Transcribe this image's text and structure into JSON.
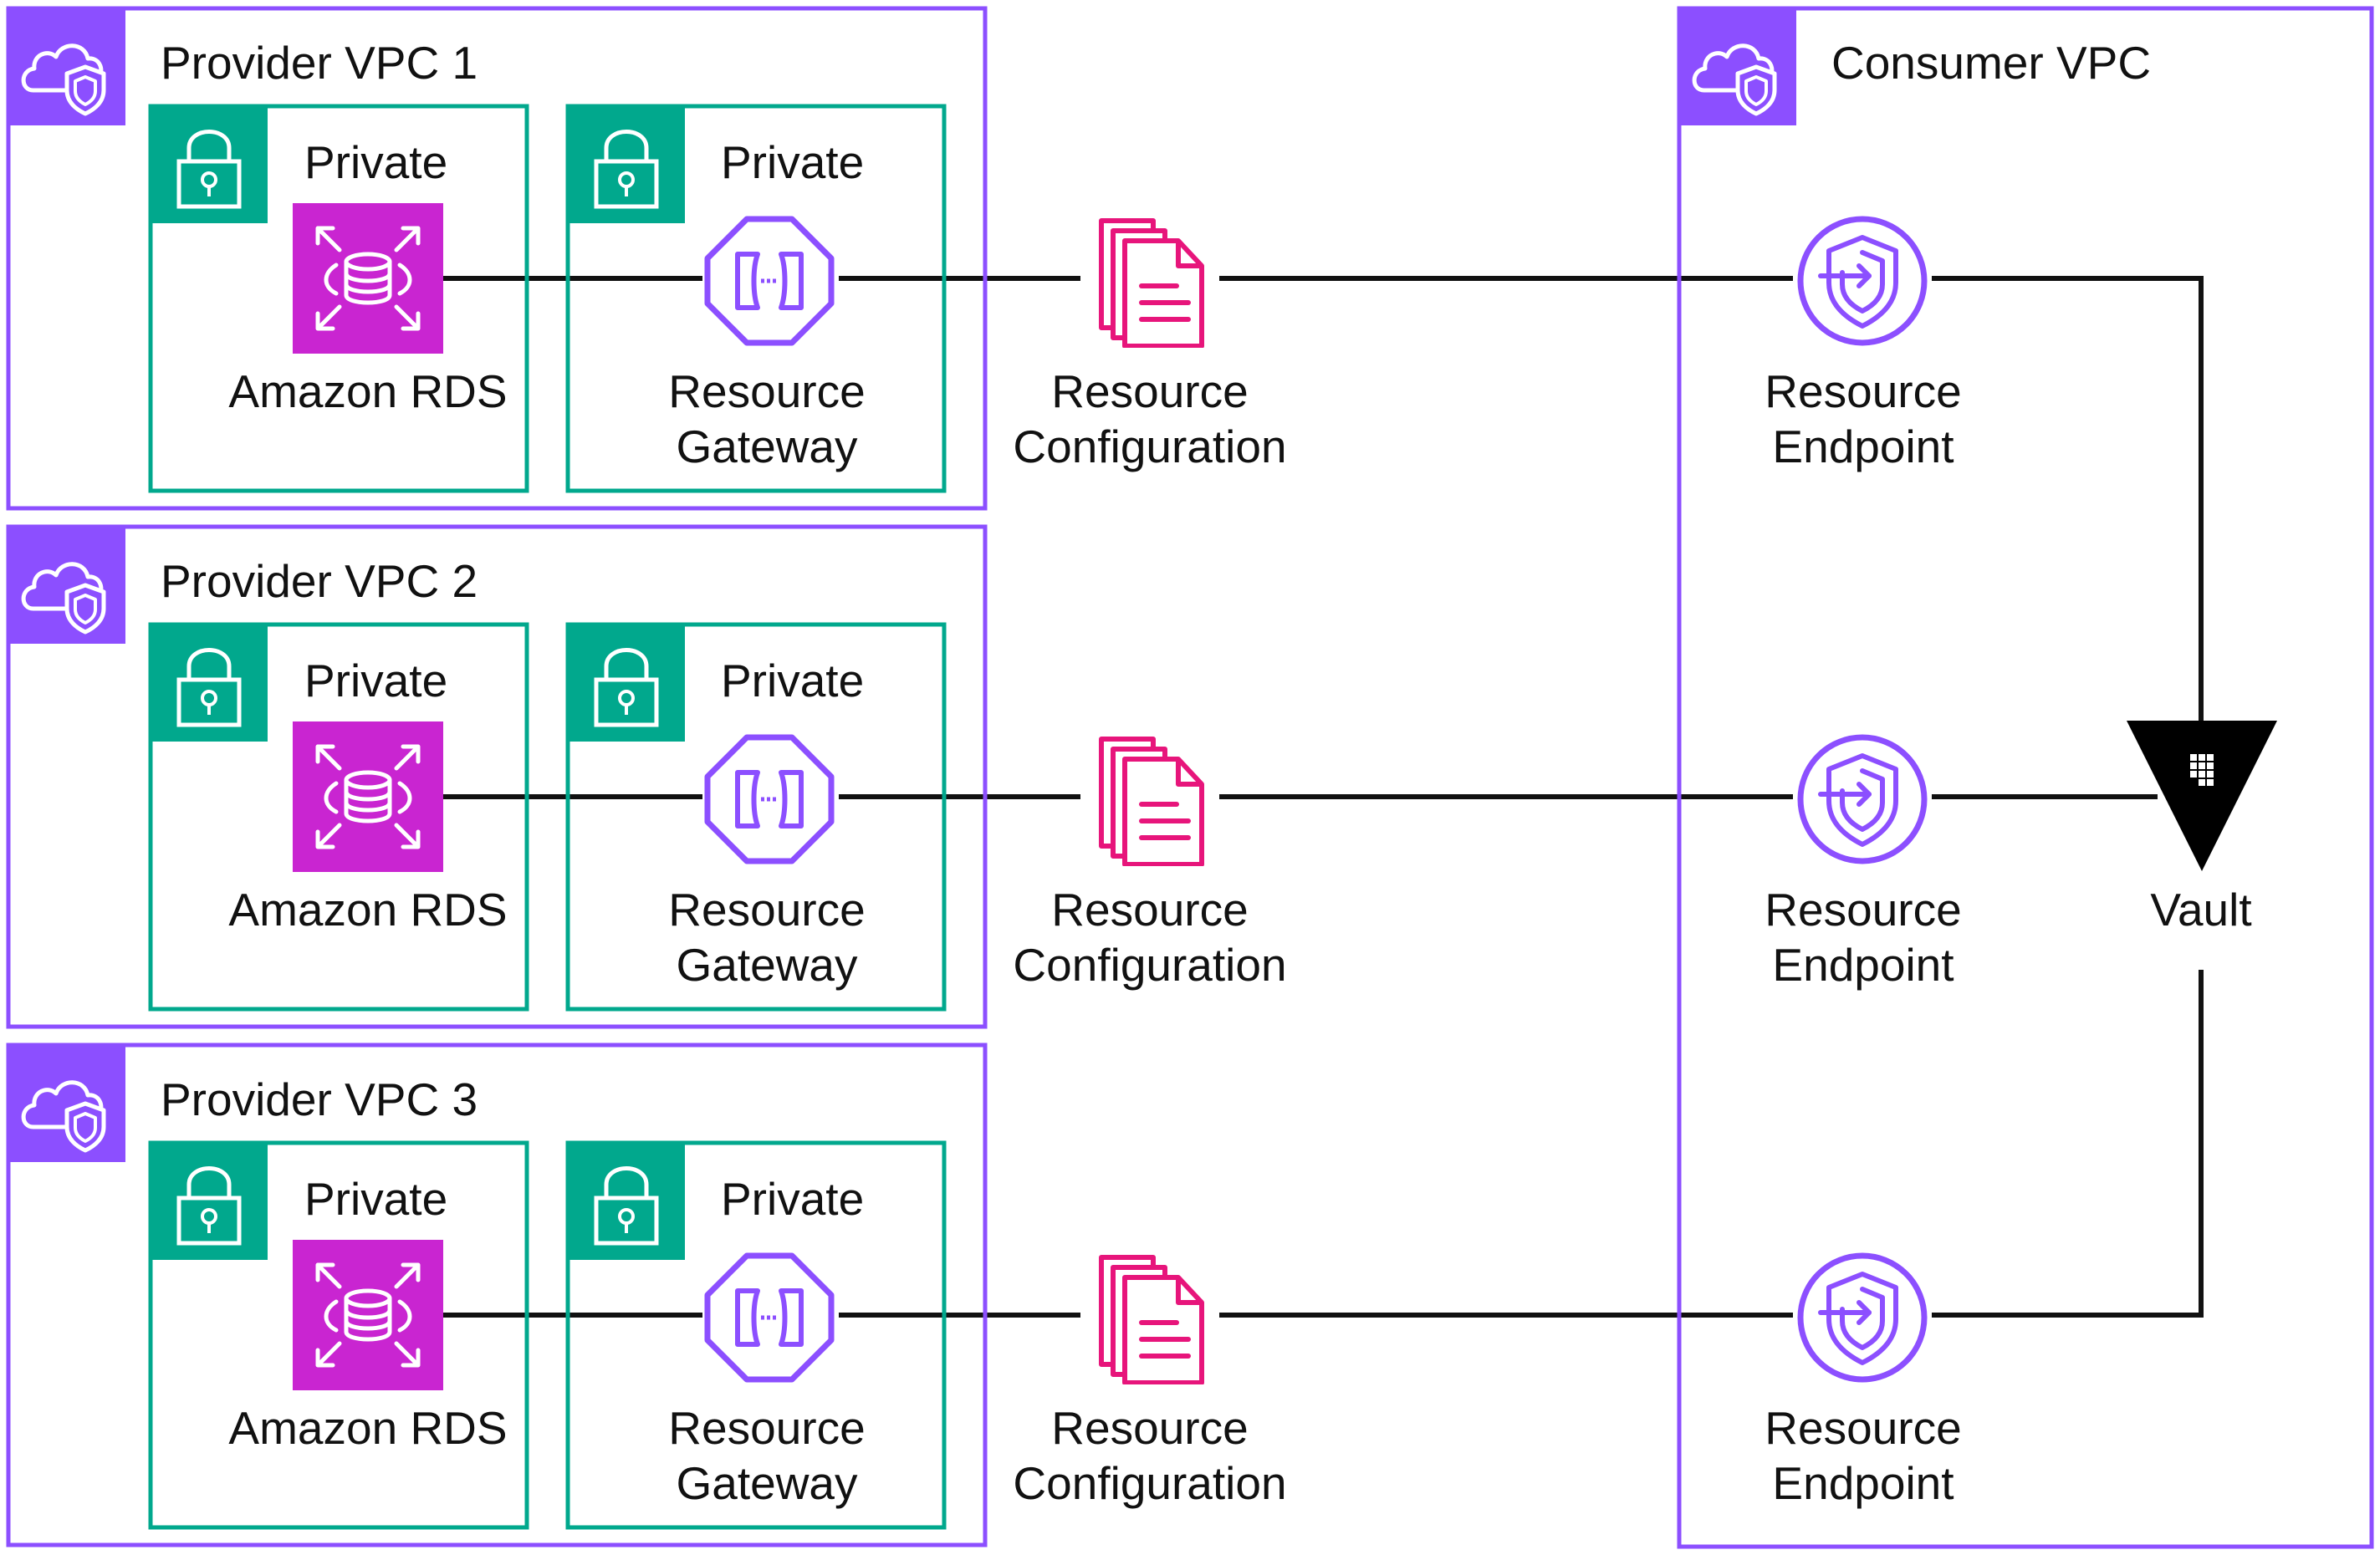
{
  "colors": {
    "vpc_border": "#8C4FFF",
    "subnet_border": "#01A88D",
    "rds_fill": "#C925D1",
    "resource_config": "#E7157B",
    "connector_line": "#111111",
    "vault_fill": "#000000"
  },
  "provider_vpcs": [
    {
      "title": "Provider VPC 1",
      "icon": "vpc-cloud-shield-icon",
      "subnets": [
        {
          "label": "Private",
          "icon": "padlock-icon",
          "service_label": "Amazon RDS",
          "service_icon": "amazon-rds-icon"
        },
        {
          "label": "Private",
          "icon": "padlock-icon",
          "service_label_lines": [
            "Resource",
            "Gateway"
          ],
          "service_icon": "resource-gateway-icon"
        }
      ],
      "resource_configuration": {
        "label_lines": [
          "Resource",
          "Configuration"
        ],
        "icon": "resource-configuration-icon"
      }
    },
    {
      "title": "Provider VPC 2",
      "icon": "vpc-cloud-shield-icon",
      "subnets": [
        {
          "label": "Private",
          "icon": "padlock-icon",
          "service_label": "Amazon RDS",
          "service_icon": "amazon-rds-icon"
        },
        {
          "label": "Private",
          "icon": "padlock-icon",
          "service_label_lines": [
            "Resource",
            "Gateway"
          ],
          "service_icon": "resource-gateway-icon"
        }
      ],
      "resource_configuration": {
        "label_lines": [
          "Resource",
          "Configuration"
        ],
        "icon": "resource-configuration-icon"
      }
    },
    {
      "title": "Provider VPC 3",
      "icon": "vpc-cloud-shield-icon",
      "subnets": [
        {
          "label": "Private",
          "icon": "padlock-icon",
          "service_label": "Amazon RDS",
          "service_icon": "amazon-rds-icon"
        },
        {
          "label": "Private",
          "icon": "padlock-icon",
          "service_label_lines": [
            "Resource",
            "Gateway"
          ],
          "service_icon": "resource-gateway-icon"
        }
      ],
      "resource_configuration": {
        "label_lines": [
          "Resource",
          "Configuration"
        ],
        "icon": "resource-configuration-icon"
      }
    }
  ],
  "consumer_vpc": {
    "title": "Consumer VPC",
    "icon": "vpc-cloud-shield-icon",
    "endpoints": [
      {
        "label_lines": [
          "Resource",
          "Endpoint"
        ],
        "icon": "resource-endpoint-icon"
      },
      {
        "label_lines": [
          "Resource",
          "Endpoint"
        ],
        "icon": "resource-endpoint-icon"
      },
      {
        "label_lines": [
          "Resource",
          "Endpoint"
        ],
        "icon": "resource-endpoint-icon"
      }
    ],
    "vault": {
      "label": "Vault",
      "icon": "vault-icon"
    }
  }
}
